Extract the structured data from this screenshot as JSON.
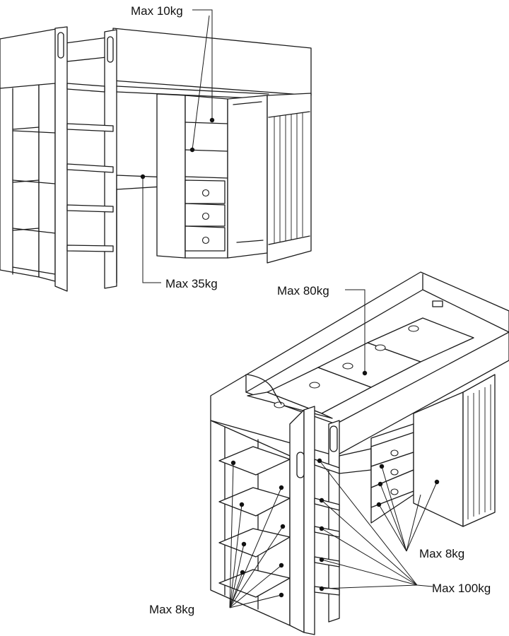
{
  "labels": {
    "top_shelf": "Max 10kg",
    "desk": "Max 35kg",
    "bed_base": "Max 80kg",
    "wardrobe_shelves": "Max 8kg",
    "ladder_steps": "Max 100kg",
    "side_shelves": "Max 8kg"
  }
}
